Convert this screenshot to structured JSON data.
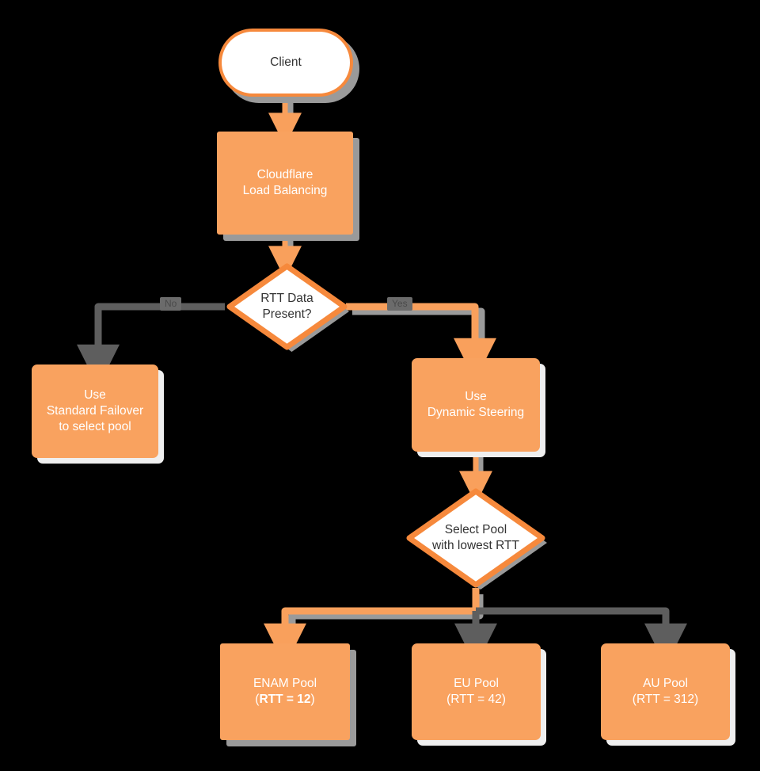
{
  "diagram": {
    "type": "flowchart",
    "direction": "top-down",
    "title": "Cloudflare Load Balancing RTT steering decision flow",
    "background_color": "#000000",
    "colors": {
      "node_fill": "#f9a25f",
      "node_stroke": "#f6893c",
      "node_text": "#ffffff",
      "decision_fill": "#ffffff",
      "decision_text": "#333333",
      "shadow": "#9a9a9a",
      "edge_active": "#f9a05c",
      "edge_inactive": "#5e5e5e"
    },
    "nodes": [
      {
        "id": "client",
        "shape": "stadium",
        "label": "Client"
      },
      {
        "id": "clb",
        "shape": "rect",
        "label": "Cloudflare\nLoad Balancing"
      },
      {
        "id": "rttq",
        "shape": "diamond",
        "label": "RTT Data\nPresent?"
      },
      {
        "id": "failover",
        "shape": "rect",
        "label": "Use\nStandard Failover\nto select pool"
      },
      {
        "id": "dynamic",
        "shape": "rect",
        "label": "Use\nDynamic Steering"
      },
      {
        "id": "selectq",
        "shape": "diamond",
        "label": "Select Pool\nwith lowest RTT"
      },
      {
        "id": "enam",
        "shape": "rect",
        "label": "ENAM Pool",
        "sublabel_prefix": "(",
        "sublabel_bold": "RTT = 12",
        "sublabel_suffix": ")"
      },
      {
        "id": "eu",
        "shape": "rect",
        "label": "EU Pool",
        "sublabel": "(RTT = 42)"
      },
      {
        "id": "au",
        "shape": "rect",
        "label": "AU Pool",
        "sublabel": "(RTT = 312)"
      }
    ],
    "edges": [
      {
        "from": "client",
        "to": "clb",
        "label": "",
        "state": "active"
      },
      {
        "from": "clb",
        "to": "rttq",
        "label": "",
        "state": "active"
      },
      {
        "from": "rttq",
        "to": "failover",
        "label": "No",
        "state": "inactive"
      },
      {
        "from": "rttq",
        "to": "dynamic",
        "label": "Yes",
        "state": "active"
      },
      {
        "from": "dynamic",
        "to": "selectq",
        "label": "",
        "state": "active"
      },
      {
        "from": "selectq",
        "to": "enam",
        "label": "",
        "state": "active"
      },
      {
        "from": "selectq",
        "to": "eu",
        "label": "",
        "state": "inactive"
      },
      {
        "from": "selectq",
        "to": "au",
        "label": "",
        "state": "inactive"
      }
    ],
    "edge_labels": {
      "no": "No",
      "yes": "Yes"
    }
  }
}
